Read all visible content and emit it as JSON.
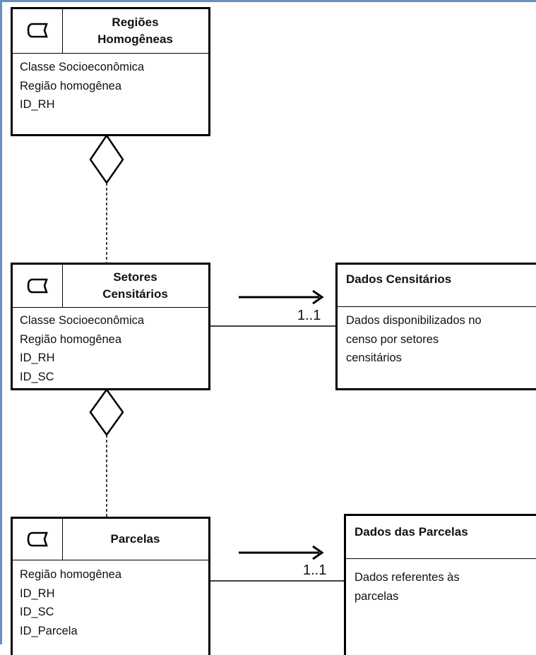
{
  "entities": {
    "regioes": {
      "title_line1": "Regiões",
      "title_line2": "Homogêneas",
      "attributes": [
        "Classe Socioeconômica",
        "Região homogênea",
        "ID_RH"
      ]
    },
    "setores": {
      "title_line1": "Setores",
      "title_line2": "Censitários",
      "attributes": [
        "Classe Socioeconômica",
        "Região homogênea",
        "ID_RH",
        "ID_SC"
      ]
    },
    "parcelas": {
      "title": "Parcelas",
      "attributes": [
        "Região homogênea",
        "ID_RH",
        "ID_SC",
        "ID_Parcela"
      ]
    },
    "dados_censitarios": {
      "title": "Dados Censitários",
      "description_lines": [
        "Dados disponibilizados no",
        "censo por setores",
        "censitários"
      ]
    },
    "dados_parcelas": {
      "title": "Dados das Parcelas",
      "description_lines": [
        "Dados referentes às",
        "parcelas"
      ]
    }
  },
  "associations": {
    "setores_dados_censitarios": {
      "multiplicity": "1..1"
    },
    "parcelas_dados_parcelas": {
      "multiplicity": "1..1"
    }
  }
}
